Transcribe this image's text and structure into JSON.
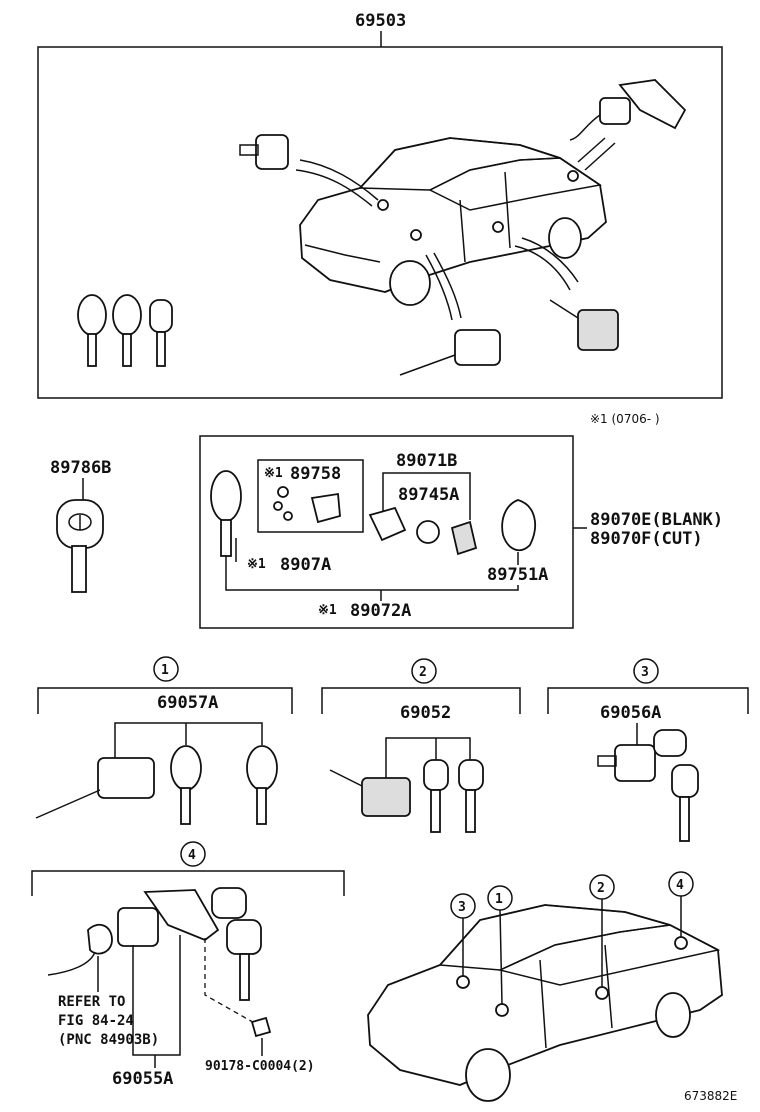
{
  "diagram_code": "673882E",
  "assembly": {
    "part_number": "69503",
    "date_note": "※1 (0706-   )"
  },
  "parts": {
    "key_plate": "89786B",
    "transmitter_set": "89072A",
    "transmitter_set_prefix": "※1",
    "transmitter_key": "8907A",
    "transmitter_key_prefix": "※1",
    "transmitter_board": "89758",
    "transmitter_board_prefix": "※1",
    "transmitter_case": "89071B",
    "battery": "89745A",
    "cover": "89751A",
    "blank_key": "89070E(BLANK)",
    "cut_key": "89070F(CUT)"
  },
  "groups": [
    {
      "index": "1",
      "part_number": "69057A"
    },
    {
      "index": "2",
      "part_number": "69052"
    },
    {
      "index": "3",
      "part_number": "69056A"
    },
    {
      "index": "4",
      "part_number": "69055A"
    }
  ],
  "refer_note": {
    "line1": "REFER TO",
    "line2": "FIG 84-24",
    "line3": "(PNC 84903B)"
  },
  "screw": "90178-C0004(2)",
  "car_callouts": [
    "3",
    "1",
    "2",
    "4"
  ]
}
